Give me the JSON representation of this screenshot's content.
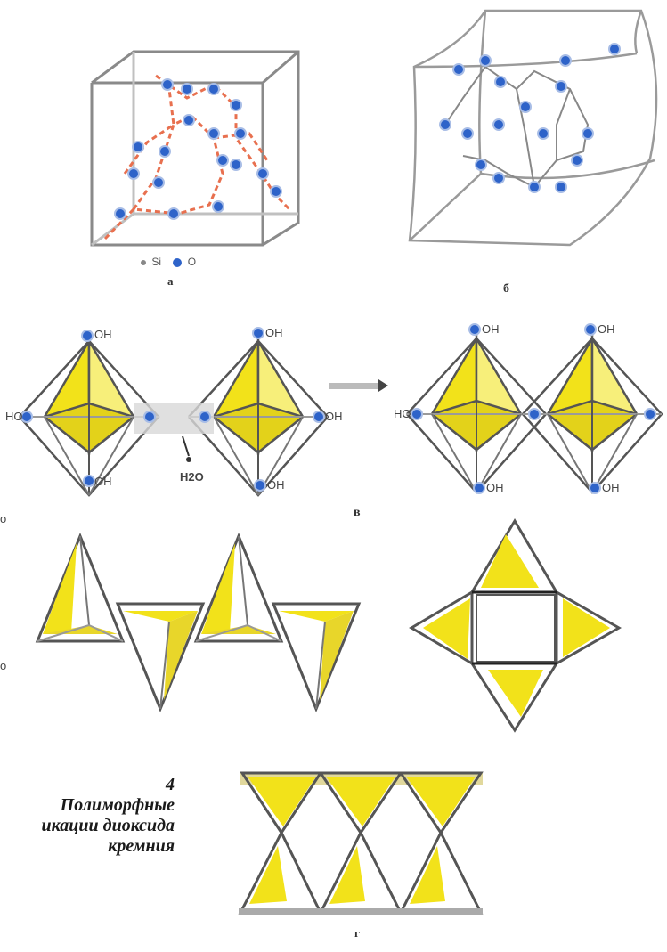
{
  "figure": {
    "number": "4",
    "caption_line1": "Полиморфные",
    "caption_line2": "икации диоксида",
    "caption_line3": "кремния"
  },
  "panels": {
    "a_label": "a",
    "b_label": "б",
    "c_label": "в",
    "d_label": "г"
  },
  "legend": {
    "si_label": "Si",
    "o_label": "O"
  },
  "reaction": {
    "water_label": "H2O",
    "oh_label": "OH",
    "ho_label": "HO"
  },
  "stray_text": {
    "left_fragment_1": "о",
    "left_fragment_2": "о"
  },
  "colors": {
    "tetrahedron_fill": "#f2e21a",
    "oxygen": "#2e63c9",
    "bond": "#e8704f",
    "edge": "#555555"
  }
}
